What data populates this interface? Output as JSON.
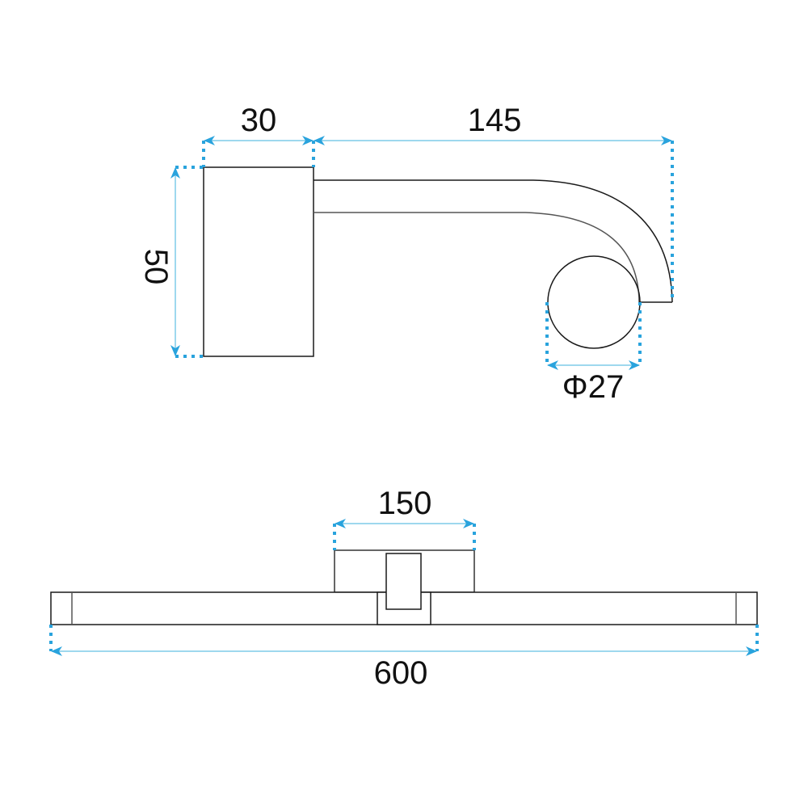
{
  "drawing": {
    "title": "",
    "colors": {
      "outline": "#1a1a1a",
      "dimension": "#29a3dd",
      "dimension_line": "#7fcbe8",
      "text": "#111111"
    },
    "side_view": {
      "dimensions": {
        "base_depth": "30",
        "arm_reach": "145",
        "base_height": "50",
        "head_diameter": "Φ27"
      }
    },
    "front_view": {
      "dimensions": {
        "bracket_width": "150",
        "overall_length": "600"
      }
    }
  }
}
